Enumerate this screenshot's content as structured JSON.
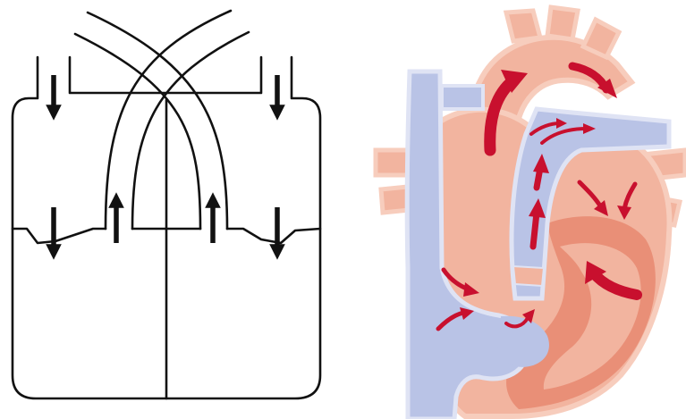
{
  "figure": {
    "panels": [
      {
        "name": "schematic",
        "style": "black line drawing of heart chambers with two crossing great vessels"
      },
      {
        "name": "anatomical",
        "style": "colored heart illustration"
      }
    ],
    "colors": {
      "line": "#111111",
      "arrow": "#111111",
      "tissue": "#f2b49f",
      "tissue_dark": "#e98f77",
      "tissue_edge": "#f7cdbd",
      "venous": "#b9c3e6",
      "venous_edge": "#9fa9d6",
      "flow_arrow": "#c8102e"
    },
    "icons": [
      "down-arrow",
      "up-arrow",
      "curved-flow-arrow"
    ]
  }
}
